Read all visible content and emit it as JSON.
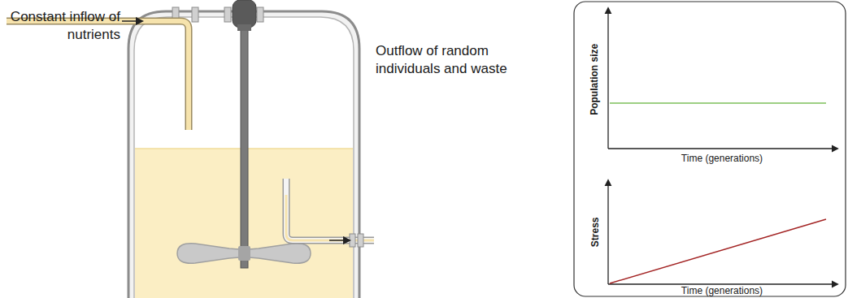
{
  "diagram": {
    "labels": [
      "Constant inflow of nutrients",
      "Outflow of random individuals and waste",
      "Population size",
      "Time (generations)",
      "Stress",
      "Time (generations)"
    ]
  }
}
